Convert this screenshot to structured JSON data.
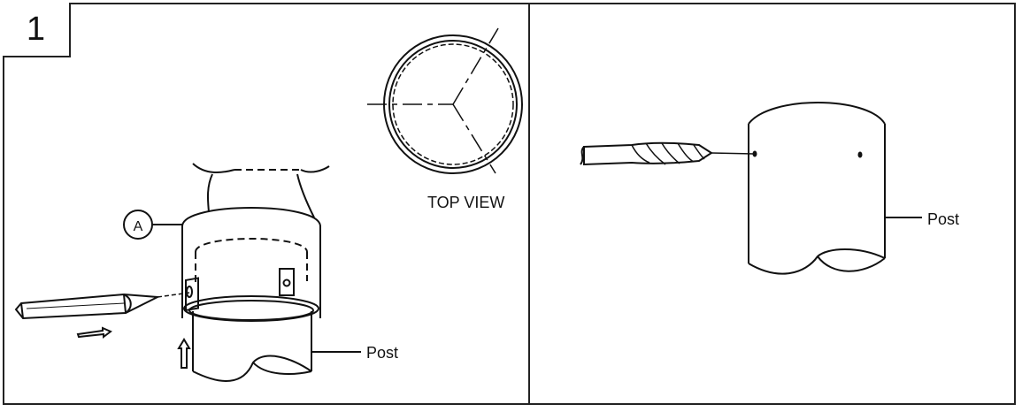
{
  "step": {
    "number": "1"
  },
  "left_panel": {
    "top_view_label": "TOP VIEW",
    "callout_label": "A",
    "post_label": "Post"
  },
  "right_panel": {
    "post_label": "Post"
  }
}
